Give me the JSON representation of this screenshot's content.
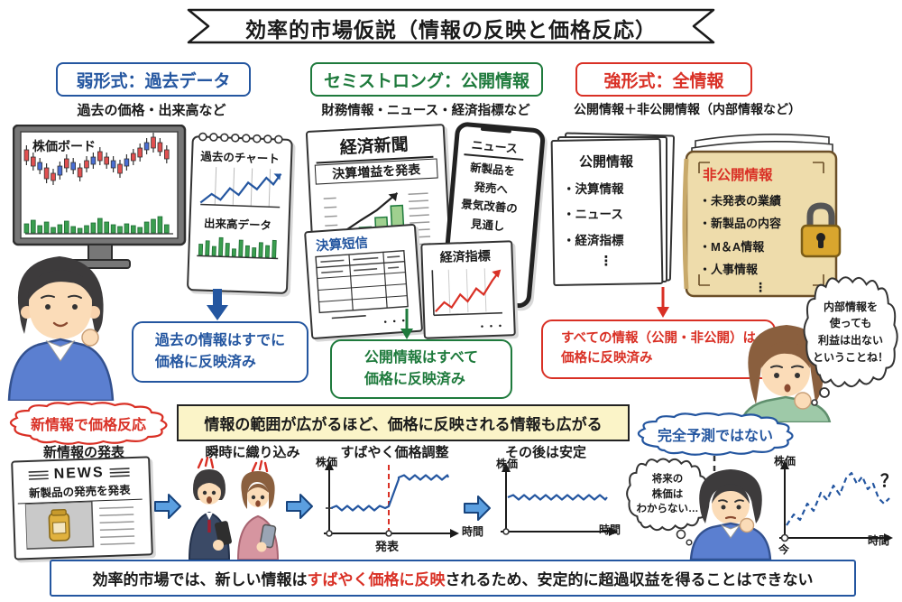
{
  "title": "効率的市場仮説（情報の反映と価格反応）",
  "weak": {
    "header": "弱形式：過去データ",
    "subtitle": "過去の価格・出来高など",
    "monitor_title": "株価ボード",
    "notepad_chart": "過去のチャート",
    "notepad_volume": "出来高データ",
    "conclusion": "過去の情報はすでに\n価格に反映済み"
  },
  "semi": {
    "header": "セミストロング：公開情報",
    "subtitle": "財務情報・ニュース・経済指標など",
    "newspaper_title": "経済新聞",
    "newspaper_sub": "決算増益を発表",
    "phone_title": "ニュース",
    "phone_body": "新製品を\n発売へ\n景気改善の\n見通し",
    "dots": "・・・",
    "doc1_title": "決算短信",
    "doc2_title": "経済指標",
    "conclusion": "公開情報はすべて\n価格に反映済み"
  },
  "strong": {
    "header": "強形式：全情報",
    "subtitle": "公開情報＋非公開情報（内部情報など）",
    "public_title": "公開情報",
    "public_items": [
      "・決算情報",
      "・ニュース",
      "・経済指標"
    ],
    "private_title": "非公開情報",
    "private_items": [
      "・未発表の業績",
      "・新製品の内容",
      "・M＆A情報",
      "・人事情報"
    ],
    "vdots": "⋮",
    "conclusion": "すべての情報（公開・非公開）は\n価格に反映済み",
    "bubble": "内部情報を\n使っても\n利益は出ない\nということね！"
  },
  "bottom": {
    "badge": "新情報で価格反応",
    "banner": "情報の範囲が広がるほど、価格に反映される情報も広がる",
    "steps": [
      "新情報の発表",
      "瞬時に織り込み",
      "すばやく価格調整",
      "その後は安定"
    ],
    "news_title": "NEWS",
    "news_sub": "新製品の発売を発表",
    "not_perfect": "完全予測ではない",
    "future_bubble": "将来の\n株価は\nわからない…",
    "axis_price": "株価",
    "axis_time": "時間",
    "announce": "発表",
    "now": "今",
    "question": "？"
  },
  "footer": {
    "pre": "効率的市場では、新しい情報は",
    "highlight": "すばやく価格に反映",
    "post": "されるため、安定的に超過収益を得ることはできない"
  },
  "colors": {
    "blue": "#2456a0",
    "green": "#1e7a3c",
    "red": "#d93025",
    "banner_bg": "#fbf4c8",
    "book_cover": "#eedcab",
    "lock_gold": "#d9a62e"
  }
}
